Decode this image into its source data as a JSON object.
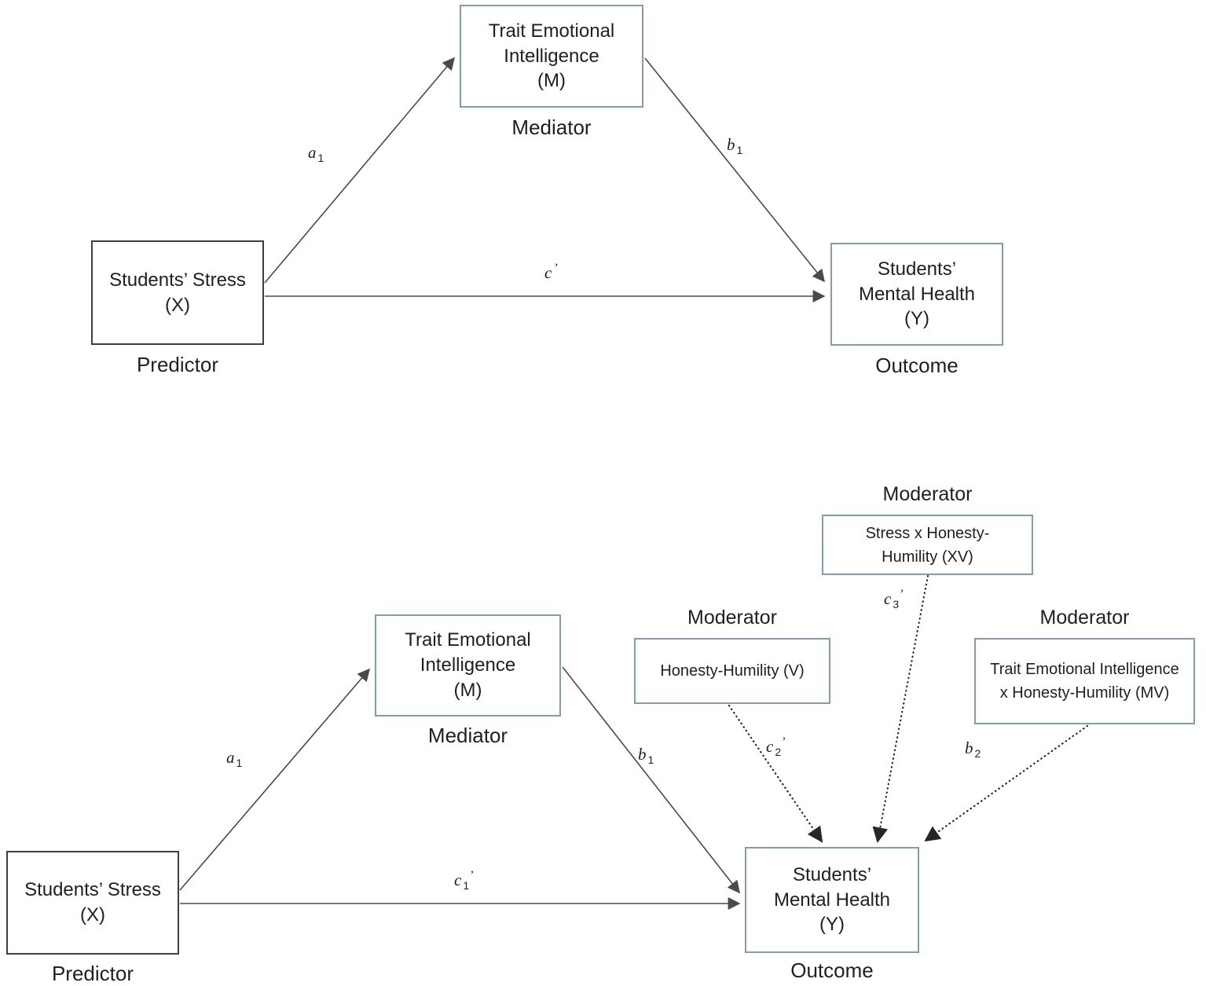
{
  "colors": {
    "line": "#4a4a4a",
    "dotted": "#262626",
    "border_accent": "#7f9cba",
    "border_dark": "#3f3f3f",
    "text": "#1f1f1f"
  },
  "top": {
    "predictor": {
      "label": "Students’ Stress\n(X)",
      "caption": "Predictor"
    },
    "mediator": {
      "label": "Trait Emotional\nIntelligence\n(M)",
      "caption": "Mediator"
    },
    "outcome": {
      "label": "Students’\nMental Health\n(Y)",
      "caption": "Outcome"
    },
    "paths": {
      "a": {
        "base": "a",
        "sub": "1",
        "prime": ""
      },
      "b": {
        "base": "b",
        "sub": "1",
        "prime": ""
      },
      "c": {
        "base": "c",
        "sub": "",
        "prime": "’"
      }
    }
  },
  "bottom": {
    "predictor": {
      "label": "Students’ Stress\n(X)",
      "caption": "Predictor"
    },
    "mediator": {
      "label": "Trait Emotional\nIntelligence\n(M)",
      "caption": "Mediator"
    },
    "outcome": {
      "label": "Students’\nMental Health\n(Y)",
      "caption": "Outcome"
    },
    "moderators": {
      "v": {
        "heading": "Moderator",
        "label": "Honesty-Humility (V)"
      },
      "xv": {
        "heading": "Moderator",
        "label": "Stress x Honesty-\nHumility (XV)"
      },
      "mv": {
        "heading": "Moderator",
        "label": "Trait Emotional Intelligence\nx Honesty-Humility (MV)"
      }
    },
    "paths": {
      "a": {
        "base": "a",
        "sub": "1",
        "prime": ""
      },
      "b": {
        "base": "b",
        "sub": "1",
        "prime": ""
      },
      "c1": {
        "base": "c",
        "sub": "1",
        "prime": "’"
      },
      "c2": {
        "base": "c",
        "sub": "2",
        "prime": "’"
      },
      "c3": {
        "base": "c",
        "sub": "3",
        "prime": "’"
      },
      "b2": {
        "base": "b",
        "sub": "2",
        "prime": ""
      }
    }
  }
}
